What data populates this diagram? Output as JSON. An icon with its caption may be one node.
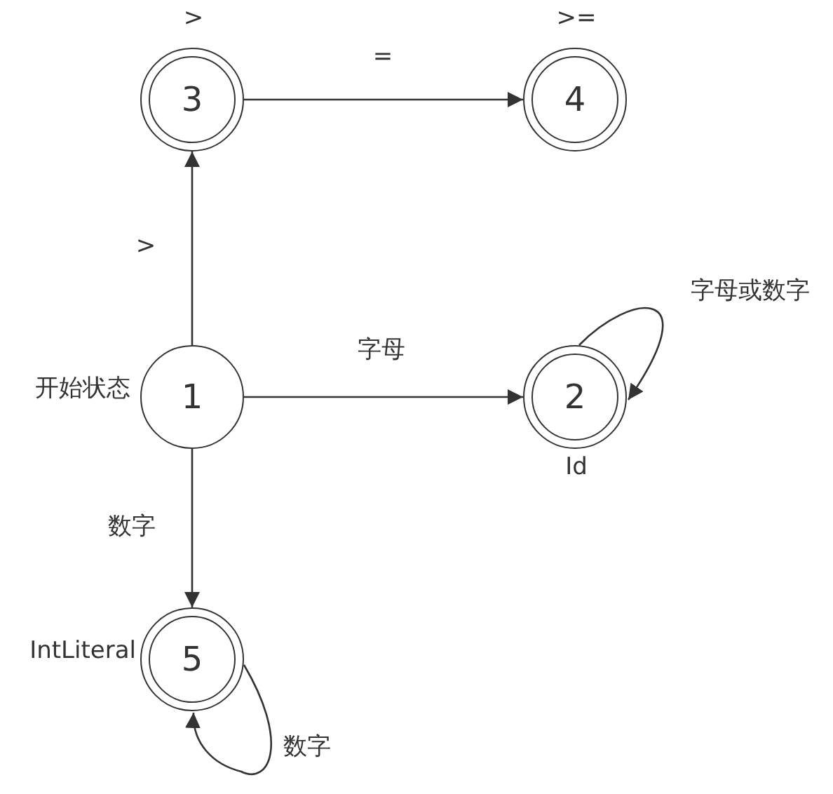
{
  "diagram": {
    "nodes": [
      {
        "text": [
          "3"
        ],
        "beside": [
          ">"
        ]
      },
      {
        "text": [
          "4"
        ],
        "beside": [
          ">="
        ]
      },
      {
        "text": [
          "1"
        ],
        "beside": [
          "开始状态"
        ]
      },
      {
        "text": [
          "2"
        ],
        "beside": [
          "Id"
        ]
      },
      {
        "text": [
          "5"
        ],
        "beside": [
          "IntLiteral"
        ]
      }
    ],
    "edges": [
      {
        "from": 2,
        "to": 0,
        "arrow": "to",
        "label": ">"
      },
      {
        "from": 0,
        "to": 1,
        "arrow": "to",
        "label": "="
      },
      {
        "from": 2,
        "to": 3,
        "arrow": "to",
        "label": "字母"
      },
      {
        "from": 3,
        "to": 3,
        "arrow": "to",
        "label": "字母或数字"
      },
      {
        "from": 2,
        "to": 4,
        "arrow": "to",
        "label": "数字"
      },
      {
        "from": 4,
        "to": 4,
        "arrow": "to",
        "label": "数字"
      }
    ]
  }
}
